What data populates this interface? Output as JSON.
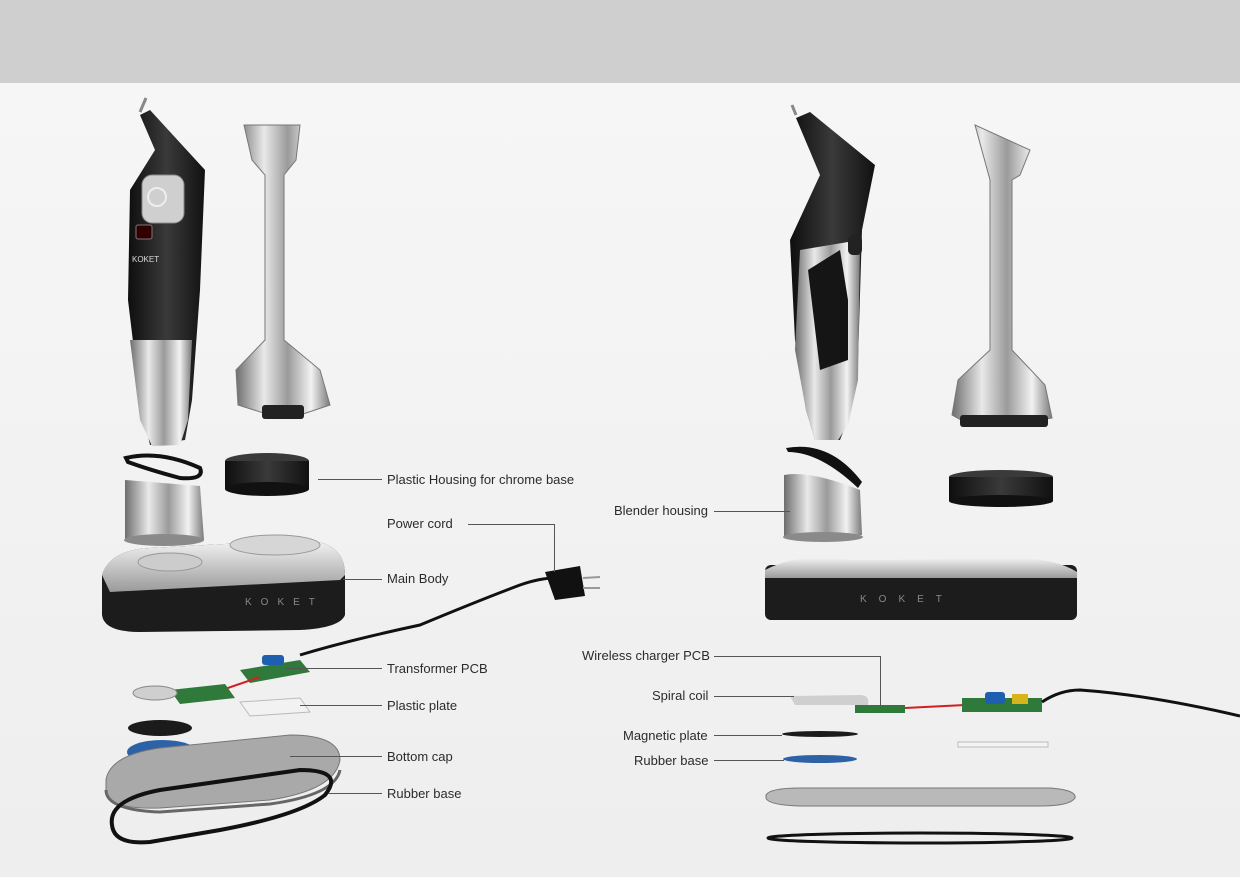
{
  "brand": "KOKET",
  "left_labels": {
    "plastic_housing": "Plastic Housing for chrome base",
    "power_cord": "Power cord",
    "main_body": "Main Body",
    "transformer_pcb": "Transformer PCB",
    "plastic_plate": "Plastic plate",
    "bottom_cap": "Bottom cap",
    "rubber_base": "Rubber base"
  },
  "right_labels": {
    "blender_housing": "Blender housing",
    "wireless_charger_pcb": "Wireless charger PCB",
    "spiral_coil": "Spiral coil",
    "magnetic_plate": "Magnetic plate",
    "rubber_base": "Rubber base"
  },
  "colors": {
    "background": "#f3f3f3",
    "top_bar": "#cfcfcf",
    "body_black": "#1e1e1e",
    "chrome": "#b9b9b9",
    "pcb_green": "#2f7a3a",
    "cap_blue": "#2e62a6",
    "wire_red": "#d02020"
  }
}
